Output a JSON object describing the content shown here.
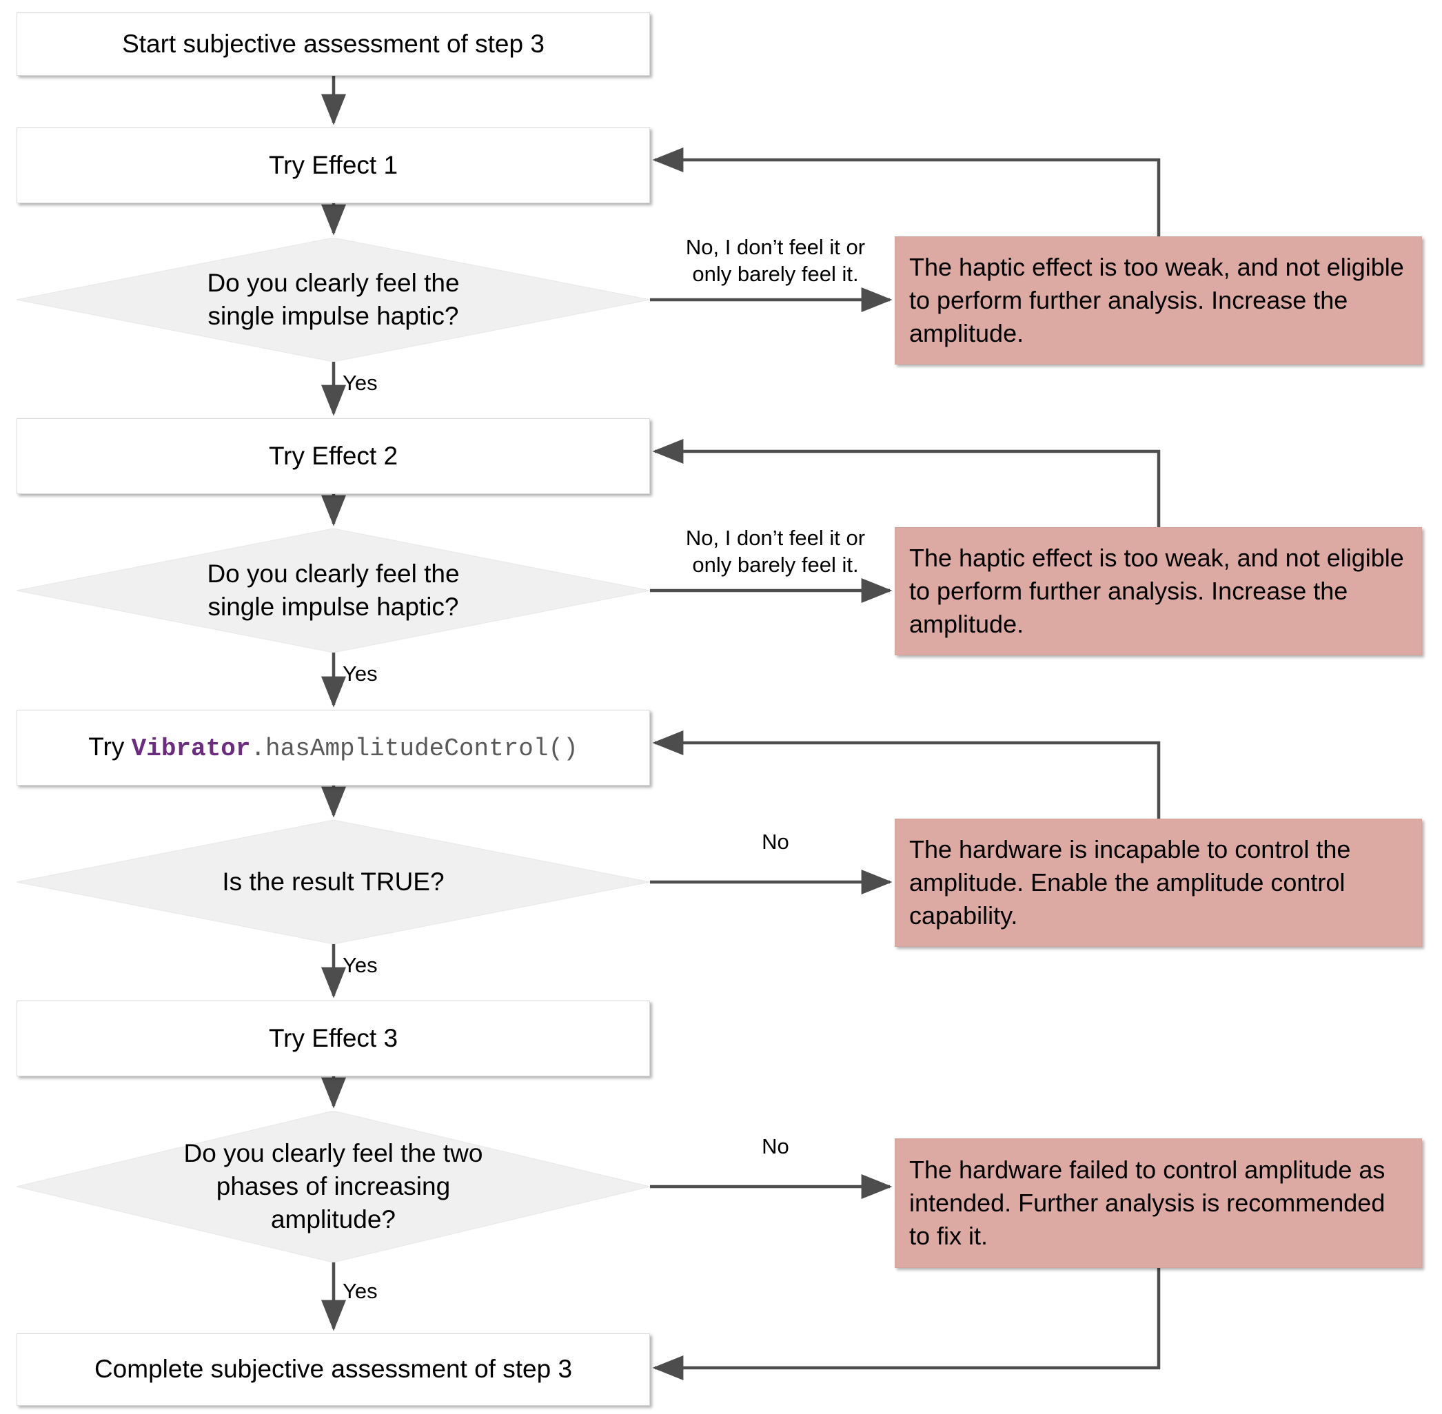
{
  "diagram": {
    "title": "Subjective assessment of step 3 flowchart",
    "colors": {
      "node_fill": "#ffffff",
      "node_border": "#d9d9d9",
      "decision_fill": "#f0f0f0",
      "decision_border": "#e0e0e0",
      "note_fill": "#dcaaa2",
      "edge": "#4d4d4d",
      "code_keyword": "#6c2d80",
      "code_member": "#5a5a5a",
      "text": "#000000"
    }
  },
  "nodes": {
    "start": {
      "label": "Start subjective assessment of step 3"
    },
    "try_effect_1": {
      "label": "Try Effect 1"
    },
    "decision_1": {
      "label": "Do you clearly feel the\nsingle impulse haptic?"
    },
    "try_effect_2": {
      "label": "Try Effect 2"
    },
    "decision_2": {
      "label": "Do you clearly feel the\nsingle impulse haptic?"
    },
    "try_amplitude_control": {
      "prefix": "Try ",
      "keyword": "Vibrator",
      "member": ".hasAmplitudeControl()",
      "full_label": "Try Vibrator.hasAmplitudeControl()"
    },
    "decision_3": {
      "label": "Is the result TRUE?"
    },
    "try_effect_3": {
      "label": "Try Effect 3"
    },
    "decision_4": {
      "label": "Do you clearly feel the two\nphases of increasing\namplitude?"
    },
    "complete": {
      "label": "Complete subjective assessment of step 3"
    }
  },
  "notes": {
    "note_weak_1": {
      "text": "The haptic effect is too weak, and not eligible to perform further analysis. Increase the amplitude."
    },
    "note_weak_2": {
      "text": "The haptic effect is too weak, and not eligible to perform further analysis. Increase the amplitude."
    },
    "note_no_amplitude": {
      "text": "The hardware is incapable to control the amplitude. Enable the amplitude control capability."
    },
    "note_failed_amplitude": {
      "text": "The hardware failed to control amplitude as intended. Further analysis is recommended to fix it."
    }
  },
  "edge_labels": {
    "d1_no": "No, I don’t feel it or\nonly barely feel it.",
    "d1_yes": "Yes",
    "d2_no": "No, I don’t feel it or\nonly barely feel it.",
    "d2_yes": "Yes",
    "d3_no": "No",
    "d3_yes": "Yes",
    "d4_no": "No",
    "d4_yes": "Yes"
  }
}
